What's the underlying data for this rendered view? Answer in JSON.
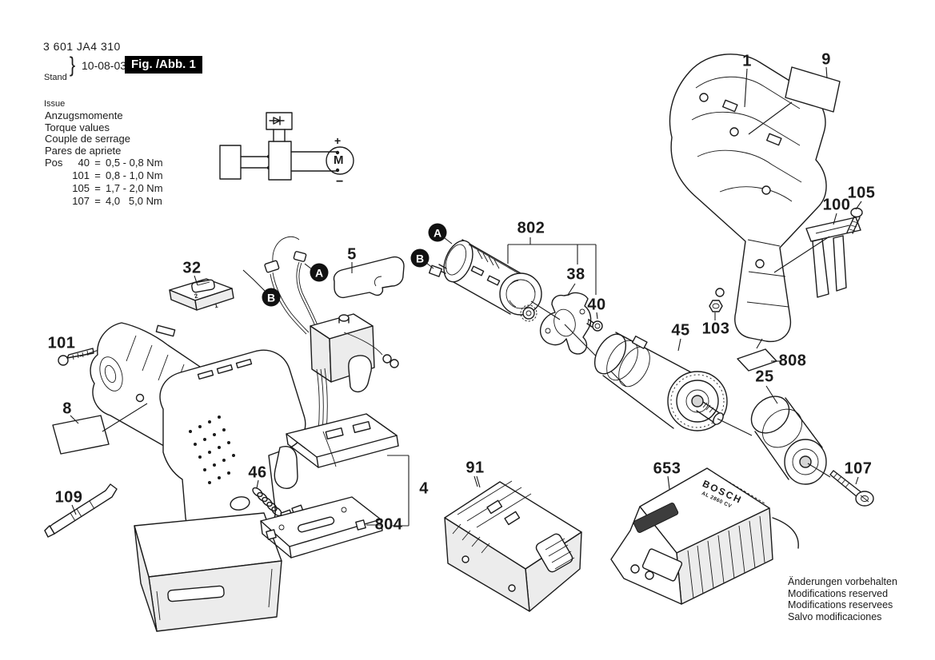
{
  "header": {
    "part_number": "3 601 JA4 310",
    "stand": "Stand",
    "issue": "Issue",
    "brace": "}",
    "date": "10-08-03",
    "figure": "Fig. /Abb. 1"
  },
  "torque": {
    "title_de": "Anzugsmomente",
    "title_en": "Torque values",
    "title_fr": "Couple de serrage",
    "title_es": "Pares de apriete",
    "pos": "Pos",
    "rows": [
      {
        "pos": "40",
        "eq": "=",
        "val": "0,5 - 0,8 Nm"
      },
      {
        "pos": "101",
        "eq": "=",
        "val": "0,8 - 1,0 Nm"
      },
      {
        "pos": "105",
        "eq": "=",
        "val": "1,7 - 2,0 Nm"
      },
      {
        "pos": "107",
        "eq": "=",
        "val": "4,0   5,0 Nm"
      }
    ]
  },
  "schematic": {
    "motor": "M",
    "plus": "+",
    "minus": "−"
  },
  "badges": {
    "a": "A",
    "b": "B"
  },
  "callouts": {
    "housing_right": "1",
    "sticker_9": "9",
    "screw_105": "105",
    "clip_100": "100",
    "nut_103": "103",
    "sticker_808": "808",
    "motor_802": "802",
    "plate_38": "38",
    "screw_40": "40",
    "gearbox_45": "45",
    "chuck_25": "25",
    "screw_107": "107",
    "selector_32": "32",
    "screw_101": "101",
    "sticker_8": "8",
    "bit_109": "109",
    "cover_5": "5",
    "spring_46": "46",
    "switch_group_4": "4",
    "plate_804": "804",
    "battery_91": "91",
    "charger_653": "653"
  },
  "selector_marks": {
    "two": "2",
    "one": "1"
  },
  "charger": {
    "brand": "BOSCH",
    "model": "AL 2860 CV"
  },
  "footer": {
    "l1": "Änderungen vorbehalten",
    "l2": "Modifications reserved",
    "l3": "Modifications reservees",
    "l4": "Salvo modificaciones"
  }
}
